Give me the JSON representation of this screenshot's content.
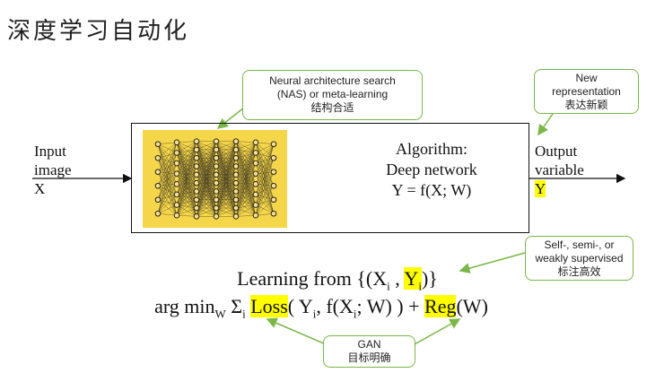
{
  "title": "深度学习自动化",
  "callout_nas": {
    "line1": "Neural architecture search",
    "line2": "(NAS) or meta-learning",
    "line3": "结构合适"
  },
  "callout_repr": {
    "line1": "New",
    "line2": "representation",
    "line3": "表达新颖"
  },
  "callout_supervision": {
    "line1": "Self-, semi-, or",
    "line2": "weakly supervised",
    "line3": "标注高效"
  },
  "callout_gan": {
    "line1": "GAN",
    "line2": "目标明确"
  },
  "input": {
    "line1": "Input",
    "line2": "image",
    "line3": "X"
  },
  "output": {
    "line1": "Output",
    "line2": "variable",
    "line3": "Y"
  },
  "algorithm": {
    "line1": "Algorithm:",
    "line2": "Deep network",
    "line3": "Y = f(X; W)"
  },
  "learning": {
    "prefix": "Learning from {(X",
    "x_sub": "i",
    "sep": " , ",
    "y": "Y",
    "y_sub": "i",
    "suffix": ")}"
  },
  "objective": {
    "argmin": "arg min",
    "argmin_sub": "W",
    "sum": " Σ",
    "sum_sub": "i",
    "loss": "Loss",
    "args1": "( Y",
    "args1_sub": "i",
    "args2": ",  f(X",
    "args2_sub": "i",
    "args3": "; W) ) + ",
    "reg": "Reg",
    "args4": "(W)"
  },
  "colors": {
    "highlight": "#ffff00",
    "callout_border": "#7ab648",
    "network_bg": "#f5d64a"
  }
}
